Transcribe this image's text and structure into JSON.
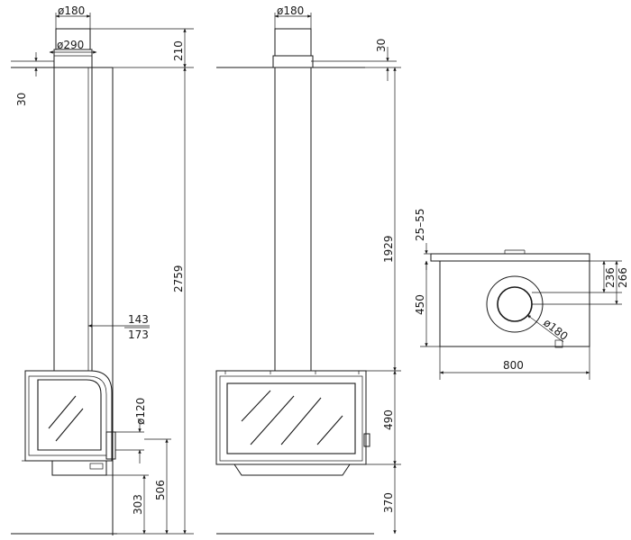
{
  "left_view": {
    "dim_flue_diameter": "ø180",
    "dim_collar_diameter": "ø290",
    "dim_collar_height": "210",
    "dim_ceiling_gap": "30",
    "dim_total_height": "2759",
    "dim_wall_offset_1": "143",
    "dim_wall_offset_2": "173",
    "dim_outlet_diameter": "ø120",
    "dim_outlet_height": "506",
    "dim_base_height": "303"
  },
  "front_view": {
    "dim_flue_diameter": "ø180",
    "dim_ceiling_gap": "30",
    "dim_flue_height": "1929",
    "dim_body_height": "490",
    "dim_floor_height": "370"
  },
  "top_view": {
    "dim_adjust": "25–55",
    "dim_depth": "450",
    "dim_offset_1": "236",
    "dim_offset_2": "266",
    "dim_flue_diameter": "ø180",
    "dim_width": "800"
  }
}
